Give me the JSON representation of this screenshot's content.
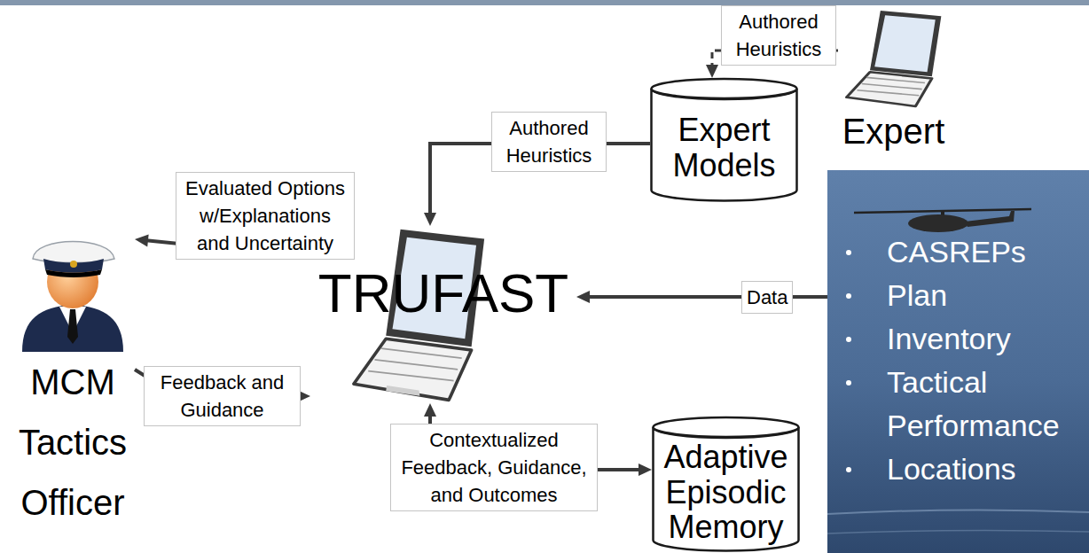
{
  "diagram": {
    "nodes": [
      {
        "text": [
          "Expert"
        ]
      },
      {
        "text": [
          "Expert Models"
        ]
      },
      {
        "text": [
          "TRUFAST"
        ]
      },
      {
        "text": [
          "MCM Tactics Officer"
        ]
      },
      {
        "text": [
          "CASREPs",
          "Plan",
          "Inventory",
          "Tactical Performance",
          "Locations"
        ]
      },
      {
        "text": [
          "Adaptive Episodic Memory"
        ]
      }
    ],
    "edges": [
      {
        "from": 0,
        "to": 1,
        "arrow": "to",
        "label": "Authored Heuristics"
      },
      {
        "from": 1,
        "to": 2,
        "arrow": "to",
        "label": "Authored Heuristics"
      },
      {
        "from": 2,
        "to": 3,
        "arrow": "to",
        "label": "Evaluated Options w/Explanations and Uncertainty"
      },
      {
        "from": 3,
        "to": 2,
        "arrow": "to",
        "label": "Feedback and Guidance"
      },
      {
        "from": 4,
        "to": 2,
        "arrow": "to",
        "label": "Data"
      },
      {
        "from": 5,
        "to": 2,
        "arrow": "both",
        "label": "Contextualized Feedback, Guidance, and Outcomes"
      }
    ]
  }
}
